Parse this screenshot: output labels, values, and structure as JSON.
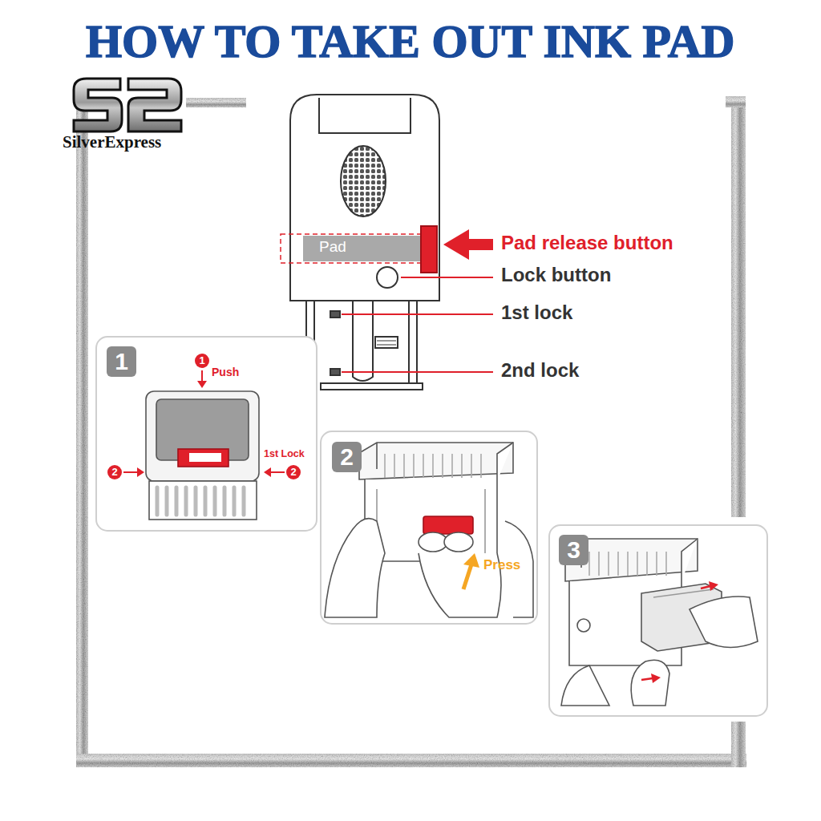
{
  "diagram": {
    "title": "HOW TO TAKE OUT INK PAD",
    "nodes": [
      {
        "text": [
          "1"
        ]
      },
      {
        "text": [
          "2"
        ]
      },
      {
        "text": [
          "3"
        ]
      }
    ],
    "labels": [
      "SilverExpress",
      "Pad",
      "Pad release button",
      "Lock button",
      "1st lock",
      "2nd lock",
      "1",
      "Push",
      "2",
      "1st Lock",
      "2",
      "Press"
    ]
  }
}
